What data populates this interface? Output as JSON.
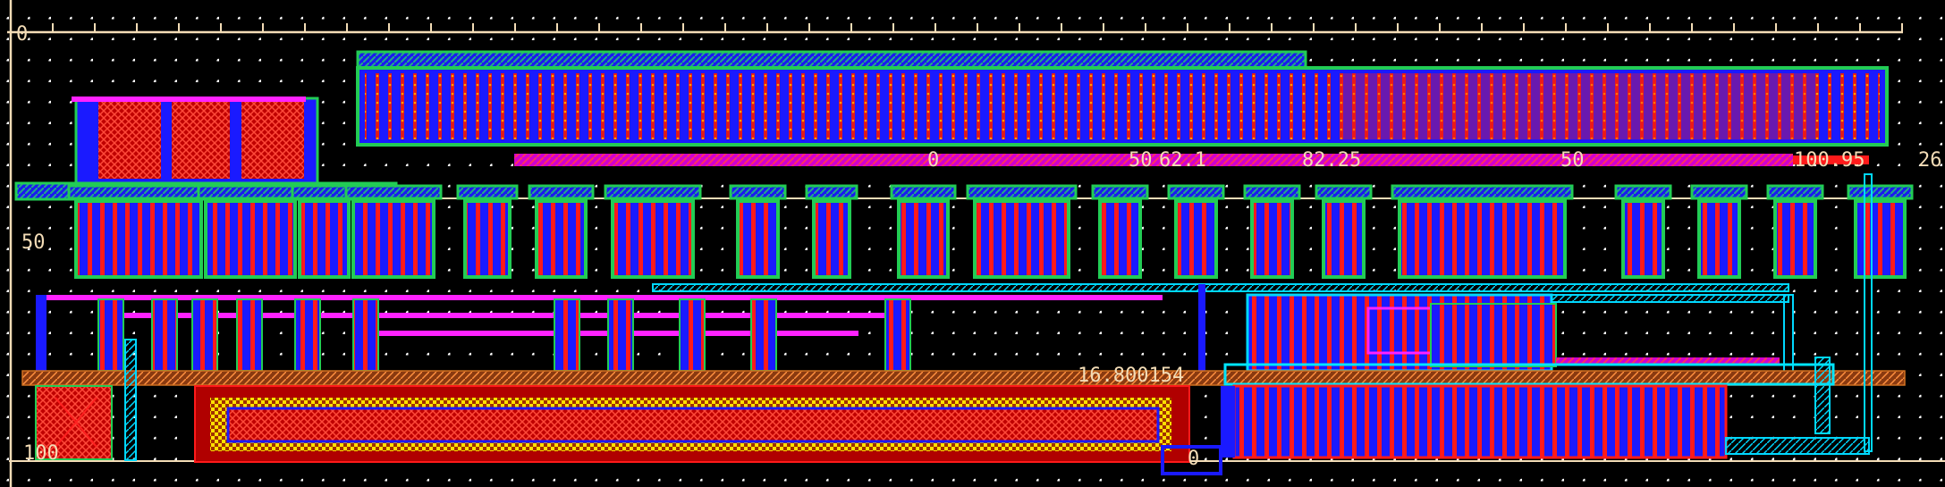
{
  "ruler_labels": {
    "top_origin": "0",
    "left_50": "50",
    "left_100": "100",
    "bottom_origin": "0"
  },
  "measure_labels": [
    "0",
    "50",
    "62.1",
    "82.25",
    "50",
    "100.95",
    "26"
  ],
  "bus_label": "16.800154",
  "colors": {
    "background": "#000000",
    "grid_dot": "#ffffff",
    "ruler": "#f3dcb6",
    "poly": "#ff1a1a",
    "metal1": "#1a1aff",
    "metal2": "#ff22ff",
    "diffusion": "#22cc55",
    "well": "#b00000",
    "via": "#00e5ff",
    "implant": "#ffe000"
  }
}
